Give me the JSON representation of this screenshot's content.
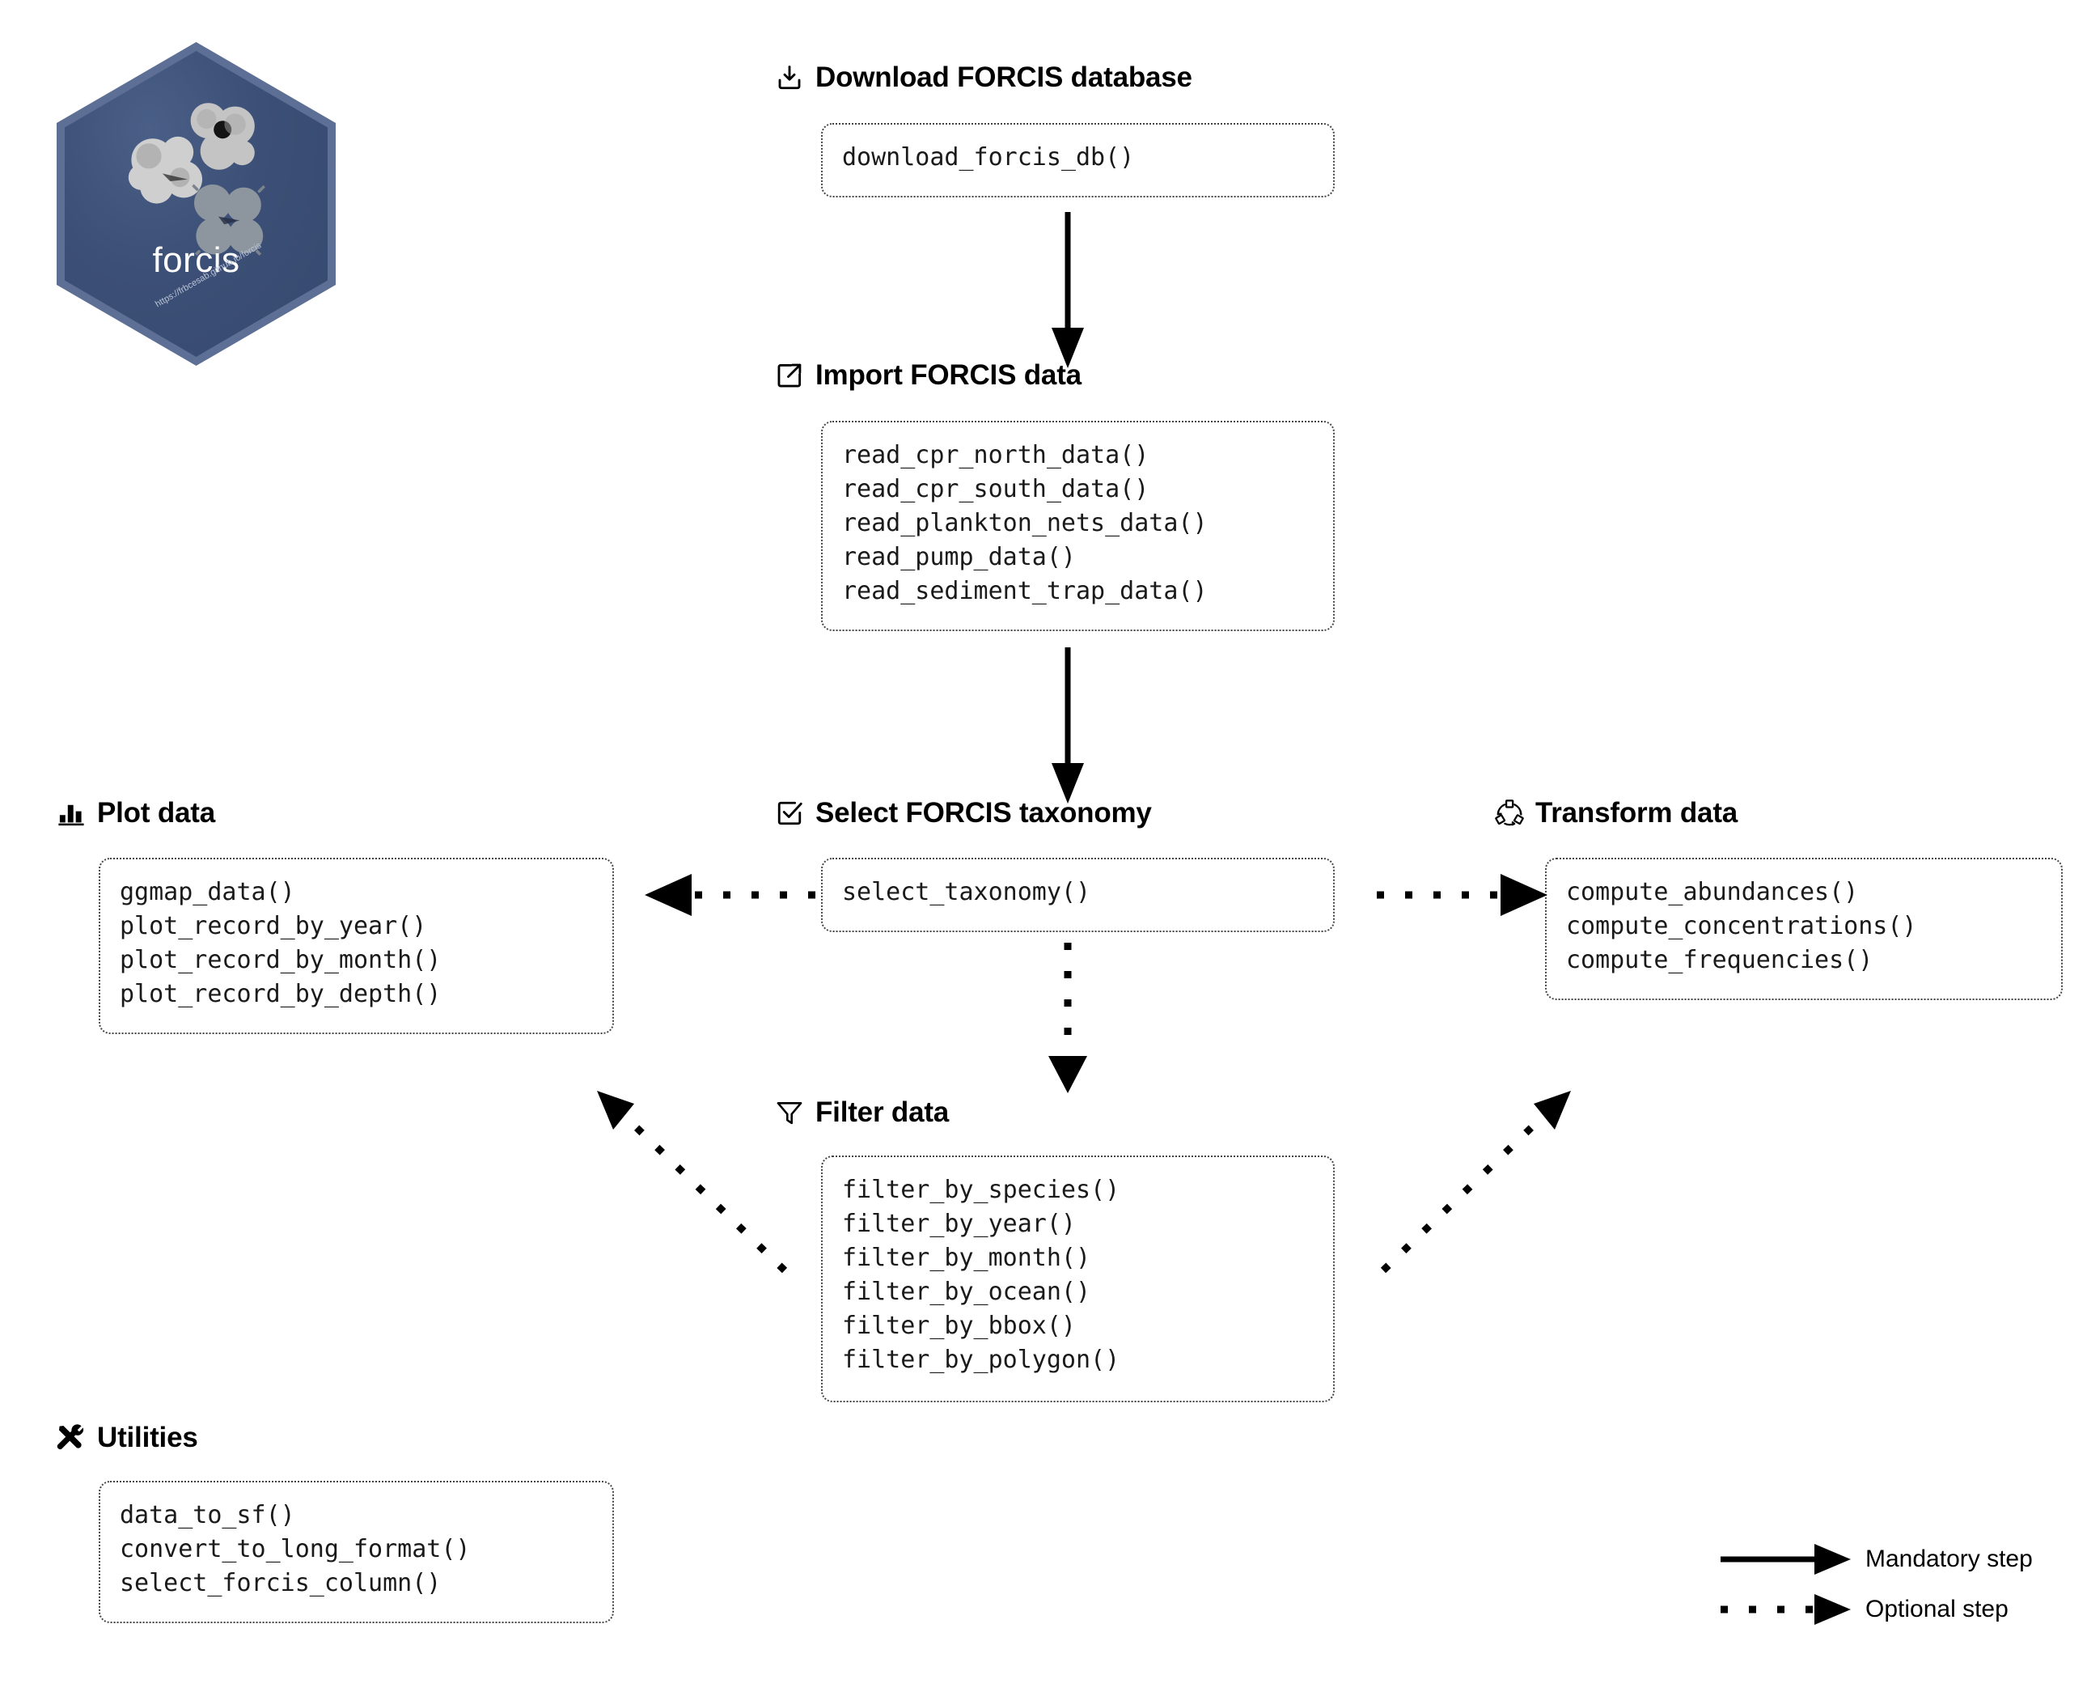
{
  "logo": {
    "name": "forcis",
    "url": "https://frbcesab.github.io/forcis",
    "bg_color": "#3c4f76",
    "border_color": "#5d6f94",
    "text_color": "#ffffff"
  },
  "sections": [
    {
      "id": "download",
      "title": "Download FORCIS database",
      "icon": "download-icon",
      "functions": [
        "download_forcis_db()"
      ]
    },
    {
      "id": "import",
      "title": "Import FORCIS data",
      "icon": "import-icon",
      "functions": [
        "read_cpr_north_data()",
        "read_cpr_south_data()",
        "read_plankton_nets_data()",
        "read_pump_data()",
        "read_sediment_trap_data()"
      ]
    },
    {
      "id": "taxonomy",
      "title": "Select FORCIS taxonomy",
      "icon": "checkbox-check-icon",
      "functions": [
        "select_taxonomy()"
      ]
    },
    {
      "id": "plot",
      "title": "Plot data",
      "icon": "bar-chart-icon",
      "functions": [
        "ggmap_data()",
        "plot_record_by_year()",
        "plot_record_by_month()",
        "plot_record_by_depth()"
      ]
    },
    {
      "id": "transform",
      "title": "Transform data",
      "icon": "transform-icon",
      "functions": [
        "compute_abundances()",
        "compute_concentrations()",
        "compute_frequencies()"
      ]
    },
    {
      "id": "filter",
      "title": "Filter data",
      "icon": "funnel-icon",
      "functions": [
        "filter_by_species()",
        "filter_by_year()",
        "filter_by_month()",
        "filter_by_ocean()",
        "filter_by_bbox()",
        "filter_by_polygon()"
      ]
    },
    {
      "id": "utilities",
      "title": "Utilities",
      "icon": "tools-icon",
      "functions": [
        "data_to_sf()",
        "convert_to_long_format()",
        "select_forcis_column()"
      ]
    }
  ],
  "legend": {
    "mandatory_label": "Mandatory step",
    "optional_label": "Optional step",
    "line_color": "#000000"
  },
  "edges": [
    {
      "from": "download",
      "to": "import",
      "style": "mandatory",
      "direction": "down"
    },
    {
      "from": "import",
      "to": "taxonomy",
      "style": "mandatory",
      "direction": "down"
    },
    {
      "from": "taxonomy",
      "to": "plot",
      "style": "optional",
      "direction": "left"
    },
    {
      "from": "taxonomy",
      "to": "transform",
      "style": "optional",
      "direction": "right"
    },
    {
      "from": "taxonomy",
      "to": "filter",
      "style": "optional",
      "direction": "down"
    },
    {
      "from": "filter",
      "to": "plot",
      "style": "optional",
      "direction": "up-left"
    },
    {
      "from": "filter",
      "to": "transform",
      "style": "optional",
      "direction": "up-right"
    }
  ]
}
